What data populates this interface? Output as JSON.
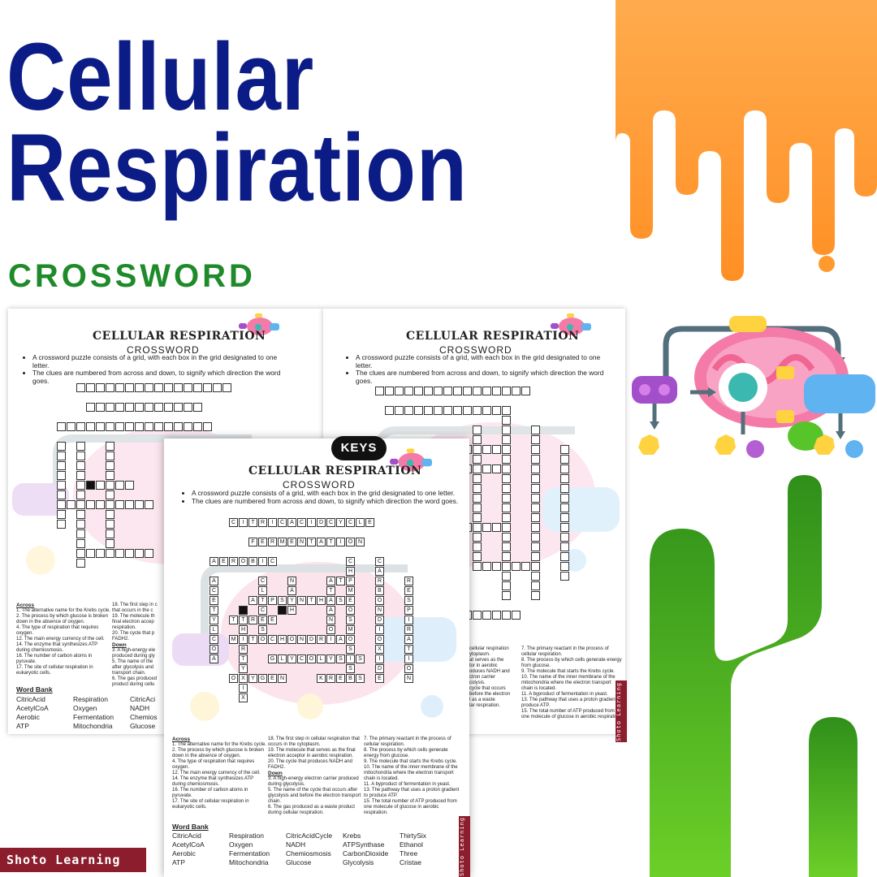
{
  "header": {
    "title_line1": "Cellular",
    "title_line2": "Respiration",
    "subtitle": "CROSSWORD"
  },
  "worksheet": {
    "title": "CELLULAR RESPIRATION",
    "subtitle": "CROSSWORD",
    "bullets": [
      "A crossword puzzle consists of a grid, with each box in the grid designated to one letter.",
      "The clues are numbered from across and down, to signify which direction the word goes."
    ],
    "across_heading": "Across",
    "down_heading": "Down",
    "clues_col1": [
      "1. The alternative name for the Krebs cycle.",
      "2. The process by which glucose is broken down in the absence of oxygen.",
      "4. The type of respiration that requires oxygen.",
      "12. The main energy currency of the cell.",
      "14. The enzyme that synthesizes ATP during chemiosmosis.",
      "16. The number of carbon atoms in pyruvate.",
      "17. The site of cellular respiration in eukaryotic cells."
    ],
    "clues_col2a": [
      "18. The first step in cellular respiration that occurs in the cytoplasm.",
      "19. The molecule that serves as the final electron acceptor in aerobic respiration.",
      "20. The cycle that produces NADH and FADH2."
    ],
    "clues_col2b": [
      "3. A high-energy electron carrier produced during glycolysis.",
      "5. The name of the cycle that occurs after glycolysis and before the electron transport chain.",
      "6. The gas produced as a waste product during cellular respiration."
    ],
    "clues_col3": [
      "7. The primary reactant in the process of cellular respiration.",
      "8. The process by which cells generate energy from glucose.",
      "9. The molecule that starts the Krebs cycle.",
      "10. The name of the inner membrane of the mitochondria where the electron transport chain is located.",
      "11. A byproduct of fermentation in yeast.",
      "13. The pathway that uses a proton gradient to produce ATP.",
      "15. The total number of ATP produced from one molecule of glucose in aerobic respiration."
    ],
    "word_bank_title": "Word Bank",
    "word_bank": [
      [
        "CitricAcid",
        "Respiration",
        "CitricAcidCycle",
        "Krebs",
        "ThirtySix"
      ],
      [
        "AcetylCoA",
        "Oxygen",
        "NADH",
        "ATPSynthase",
        "Ethanol"
      ],
      [
        "Aerobic",
        "Fermentation",
        "Chemiosmosis",
        "CarbonDioxide",
        "Three"
      ],
      [
        "ATP",
        "Mitochondria",
        "Glucose",
        "Glycolysis",
        "Cristae"
      ]
    ],
    "left_clues_partial": [
      "1. The alternative name for the Krebs cycle.",
      "2. The process by which glucose is broken down in the absence of oxygen.",
      "4. The type of respiration that requires oxygen.",
      "12. The main energy currency of the cell.",
      "14. The enzyme that synthesizes ATP during chemiosmosis.",
      "16. The number of carbon atoms in pyruvate.",
      "17. The site of cellular respiration in eukaryotic cells."
    ],
    "left_mid_partial": [
      "18. The first step in c",
      "that occurs in the c",
      "19. The molecule th",
      "final electron accep",
      "respiration.",
      "20. The cycle that p",
      "FADH2.",
      "Down",
      "3. A high-energy ele",
      "produced during gly",
      "5. The name of the",
      "after glycolysis and",
      "transport chain.",
      "6. The gas produced",
      "product during cellu"
    ],
    "left_wordbank": [
      [
        "CitricAcid",
        "Respiration",
        "CitricAci"
      ],
      [
        "AcetylCoA",
        "Oxygen",
        "NADH"
      ],
      [
        "Aerobic",
        "Fermentation",
        "Chemios"
      ],
      [
        "ATP",
        "Mitochondria",
        "Glucose"
      ]
    ],
    "right_clues_partial": [
      "cellular respiration",
      "ytoplasm.",
      "at serves as the",
      "tor in aerobic",
      "",
      "oduces NADH and",
      "",
      "",
      "ctron carrier",
      "colysis.",
      "cycle that occurs",
      "before the electron",
      "",
      "l as a waste",
      "lar respiration."
    ]
  },
  "keys_badge": "KEYS",
  "answers": {
    "across": [
      "CITRICACIDCYCLE",
      "FERMENTATION",
      "AEROBIC",
      "ATP",
      "ATPSYNTHASE",
      "THREE",
      "MITOCHONDRIA",
      "GLYCOLYSIS",
      "OXYGEN",
      "KREBS"
    ],
    "down": [
      "ACETYLCOA",
      "CLUCOSE",
      "RESPIRATION",
      "CARBONDIOXIDE",
      "CHEMIOSMOSIS",
      "NADH",
      "ETHANOL",
      "THIRTYSIX"
    ]
  },
  "brand": "Shoto Learning",
  "colors": {
    "title": "#0c1c86",
    "subtitle": "#1f8a2a",
    "drip_orange": "#ff9a2e",
    "green_shape": "#3dab22",
    "brand_bg": "#8c1d2c",
    "mito_pink": "#f47ba8"
  },
  "icons": [
    "mitochondria-diagram-icon",
    "orange-drip-shape",
    "green-blob-shape"
  ]
}
